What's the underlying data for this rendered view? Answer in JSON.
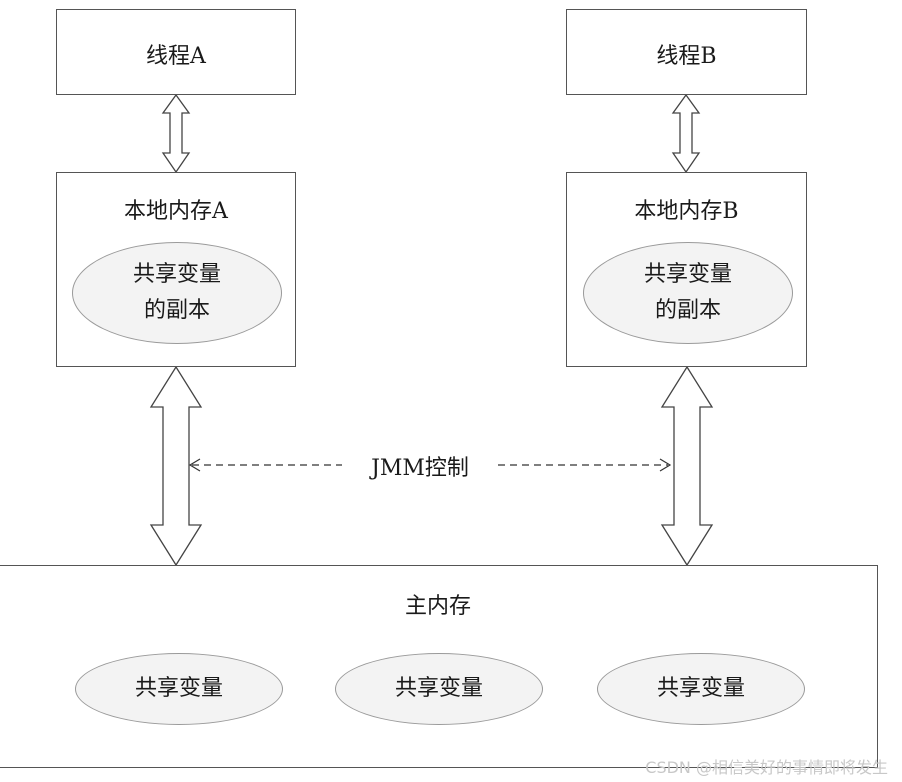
{
  "thread_a": {
    "label": "线程A"
  },
  "thread_b": {
    "label": "线程B"
  },
  "local_memory_a": {
    "title": "本地内存A",
    "copy_line1": "共享变量",
    "copy_line2": "的副本"
  },
  "local_memory_b": {
    "title": "本地内存B",
    "copy_line1": "共享变量",
    "copy_line2": "的副本"
  },
  "jmm_label": "JMM控制",
  "main_memory": {
    "title": "主内存",
    "variables": [
      "共享变量",
      "共享变量",
      "共享变量"
    ]
  },
  "watermark": "CSDN @相信美好的事情即将发生"
}
